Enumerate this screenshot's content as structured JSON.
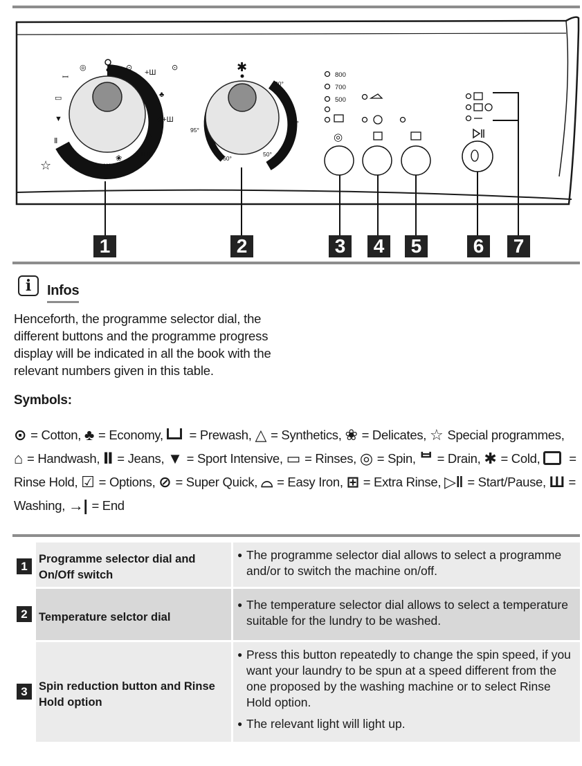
{
  "panel": {
    "callouts": [
      "1",
      "2",
      "3",
      "4",
      "5",
      "6",
      "7"
    ],
    "temperature_labels": [
      "30°",
      "40°",
      "50°",
      "60°",
      "95°"
    ],
    "spin_speeds": [
      "800",
      "700",
      "500"
    ]
  },
  "infos": {
    "title": "Infos",
    "text": "Henceforth, the programme selector dial, the different buttons and the programme progress display will be indicated in all the book with the relevant numbers given in this table."
  },
  "symbols": {
    "heading": "Symbols:",
    "legend": [
      "= Cotton,",
      "= Economy,",
      "= Prewash,",
      "= Synthetics,",
      "= Delicates,",
      "Special programmes,",
      "= Handwash,",
      "= Jeans,",
      "= Sport Intensive,",
      "= Rinses,",
      "= Spin,",
      "= Drain,",
      "= Cold,",
      "= Rinse Hold,",
      "= Options,",
      "= Super Quick,",
      "= Easy Iron,",
      "= Extra Rinse,",
      "= Start/Pause,",
      "= Washing,",
      "= End"
    ]
  },
  "table": {
    "rows": [
      {
        "number": "1",
        "label": "Programme selector dial and On/Off switch",
        "bullets": [
          "The programme selector dial allows to select a programme and/or to switch the machine on/off."
        ]
      },
      {
        "number": "2",
        "label": "Temperature selctor dial",
        "bullets": [
          "The temperature selector dial allows to select a temperature suitable for the lundry to be washed."
        ]
      },
      {
        "number": "3",
        "label": "Spin reduction button and Rinse Hold option",
        "bullets": [
          "Press this button repeatedly to change the spin speed, if you want your laundry to be spun at a speed different from the one proposed by the washing machine or to select Rinse Hold option.",
          "The relevant light will light up."
        ]
      }
    ]
  }
}
